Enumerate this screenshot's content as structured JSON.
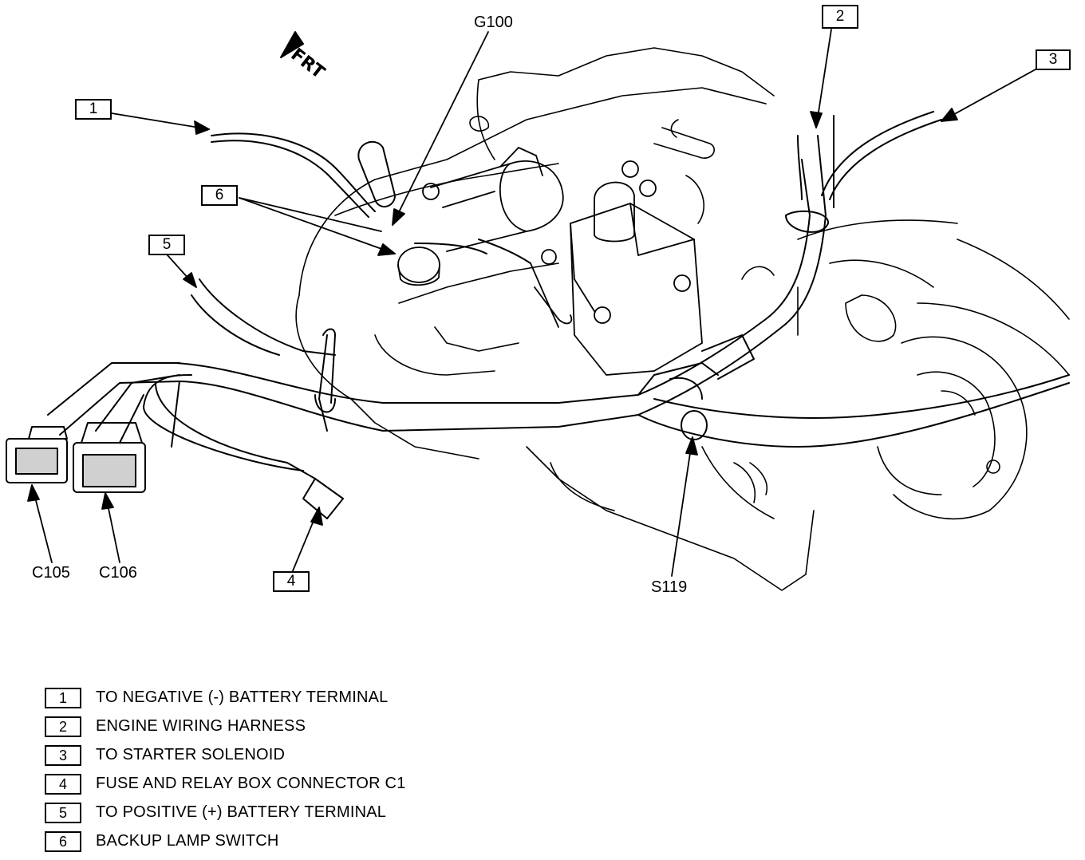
{
  "diagram": {
    "orientation_label": "FRT",
    "callouts": [
      "1",
      "2",
      "3",
      "4",
      "5",
      "6"
    ],
    "connector_labels": {
      "g100": "G100",
      "c105": "C105",
      "c106": "C106",
      "s119": "S119"
    }
  },
  "legend": {
    "items": [
      {
        "num": "1",
        "text": "TO NEGATIVE (-) BATTERY TERMINAL"
      },
      {
        "num": "2",
        "text": "ENGINE WIRING HARNESS"
      },
      {
        "num": "3",
        "text": "TO STARTER SOLENOID"
      },
      {
        "num": "4",
        "text": "FUSE AND RELAY BOX CONNECTOR C1"
      },
      {
        "num": "5",
        "text": "TO POSITIVE (+) BATTERY TERMINAL"
      },
      {
        "num": "6",
        "text": "BACKUP LAMP SWITCH"
      }
    ]
  }
}
